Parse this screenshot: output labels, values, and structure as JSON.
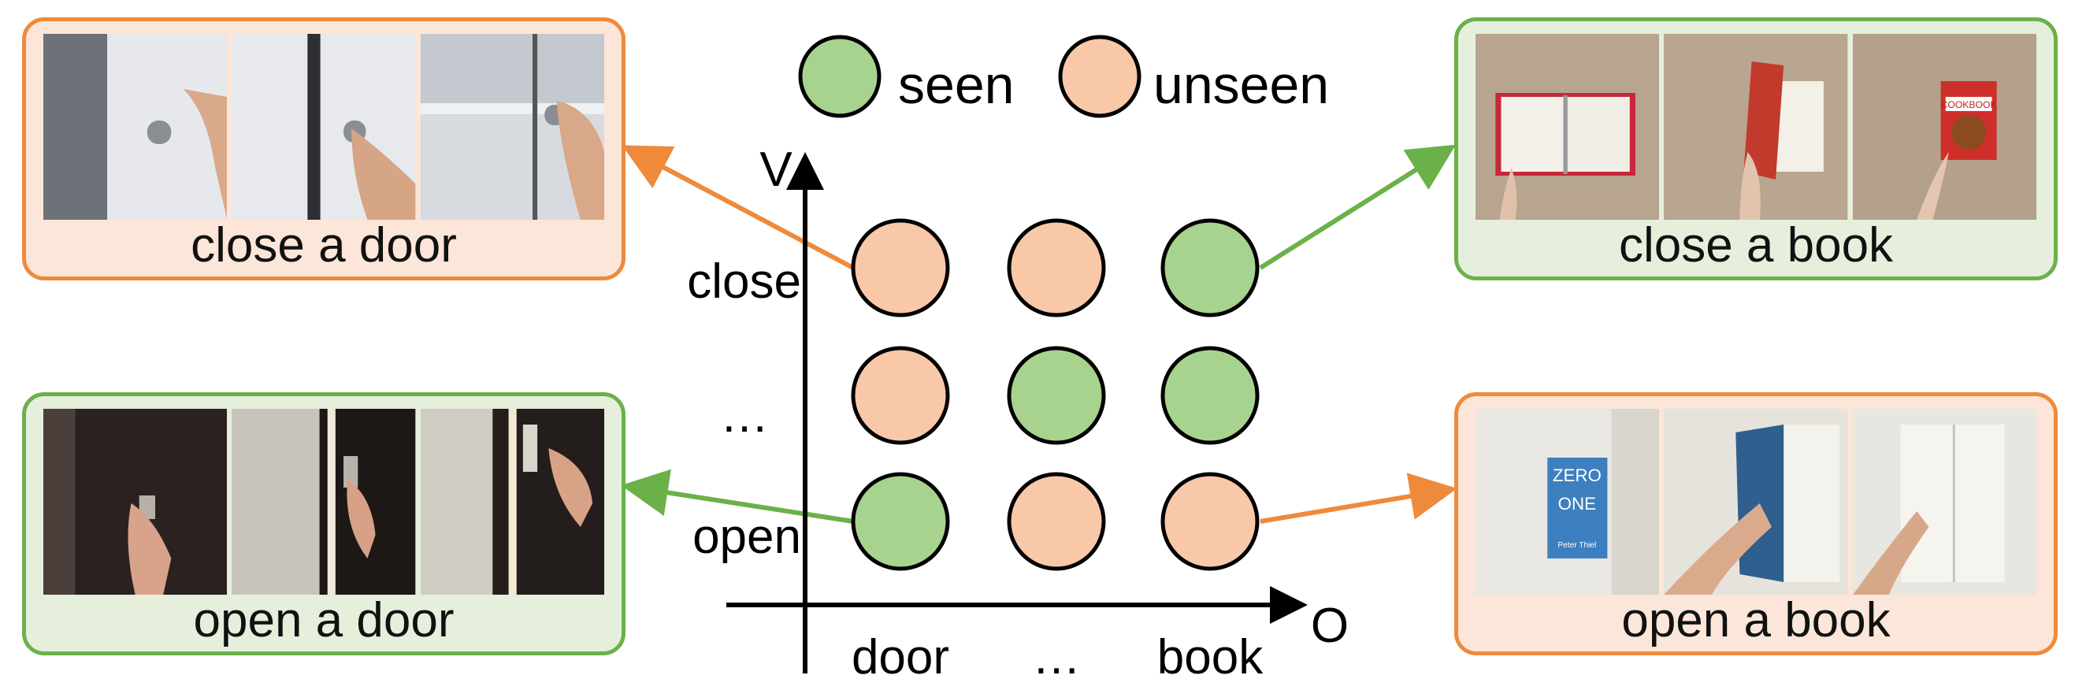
{
  "legend": [
    {
      "label": "seen",
      "color": "#a8d38e"
    },
    {
      "label": "unseen",
      "color": "#f8c8a8"
    }
  ],
  "axes": {
    "y_axis_label": "V",
    "x_axis_label": "O",
    "y_ticks": [
      "close",
      "…",
      "open"
    ],
    "x_ticks": [
      "door",
      "…",
      "book"
    ]
  },
  "grid": [
    [
      "unseen",
      "unseen",
      "seen"
    ],
    [
      "unseen",
      "seen",
      "seen"
    ],
    [
      "seen",
      "unseen",
      "unseen"
    ]
  ],
  "panels": [
    {
      "caption": "close a door",
      "status": "unseen"
    },
    {
      "caption": "open a door",
      "status": "seen"
    },
    {
      "caption": "close a book",
      "status": "seen"
    },
    {
      "caption": "open a book",
      "status": "unseen"
    }
  ],
  "book_cover": {
    "title_line1": "ZERO",
    "title_line2": "ONE",
    "author": "Peter Thiel",
    "cookbook_title": "COOKBOOK"
  },
  "colors": {
    "seen_fill": "#a8d38e",
    "unseen_fill": "#f8c8a8",
    "seen_border": "#6bb14a",
    "unseen_border": "#ee8a3c",
    "axis": "#000000"
  }
}
